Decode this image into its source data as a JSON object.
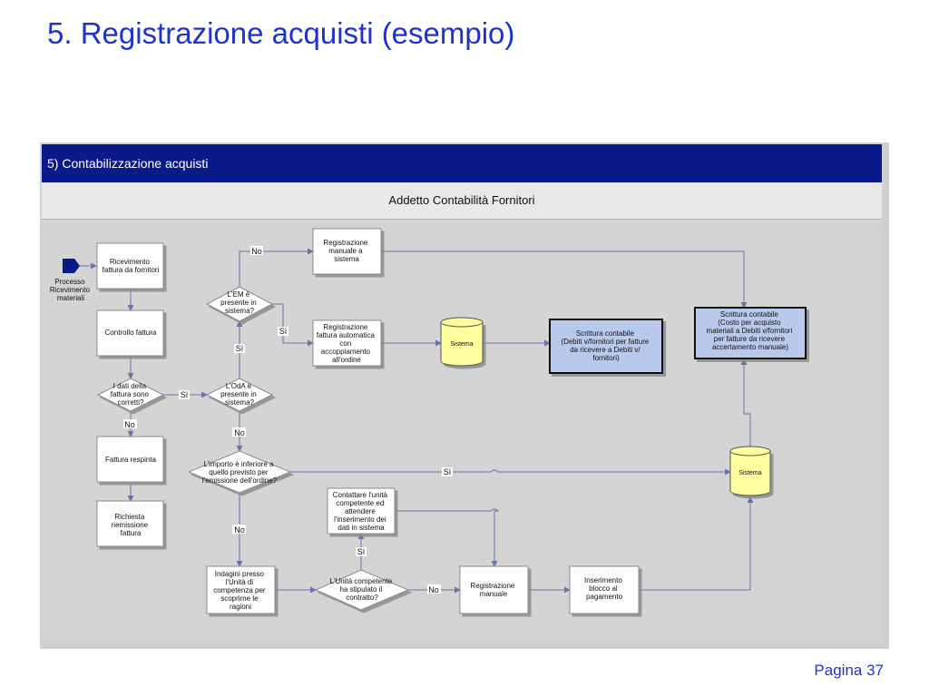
{
  "page": {
    "title": "5. Registrazione acquisti (esempio)",
    "page_number": "Pagina 37"
  },
  "diagram": {
    "header": "5) Contabilizzazione acquisti",
    "lane": "Addetto Contabilità Fornitori",
    "colors": {
      "header_bar": "#0a1a8a",
      "title": "#1f33c8",
      "database": "#ffffa0",
      "highlight_box": "#b8c9ec"
    },
    "start": {
      "lines": [
        "Processo",
        "Ricevimento",
        "materiali"
      ]
    },
    "boxes": [
      {
        "id": "ricevimento",
        "lines": [
          "Ricevimento",
          "fattura da fornitori"
        ]
      },
      {
        "id": "controllo",
        "lines": [
          "Controllo fattura"
        ]
      },
      {
        "id": "respinta",
        "lines": [
          "Fattura respinta"
        ]
      },
      {
        "id": "richiesta",
        "lines": [
          "Richiesta",
          "riemissione",
          "fattura"
        ]
      },
      {
        "id": "reg_manuale_sistema",
        "lines": [
          "Registrazione",
          "manuale a",
          "sistema"
        ]
      },
      {
        "id": "reg_automatica",
        "lines": [
          "Registrazione",
          "fattura automatica",
          "con",
          "accoppiamento",
          "all'ordine"
        ]
      },
      {
        "id": "contattare",
        "lines": [
          "Contattare l'unità",
          "competente ed",
          "attendere",
          "l'inserimento dei",
          "dati in sistema"
        ]
      },
      {
        "id": "indagini",
        "lines": [
          "Indagini presso",
          "l'Unità di",
          "competenza per",
          "scoprirne le",
          "ragioni"
        ]
      },
      {
        "id": "reg_manuale",
        "lines": [
          "Registrazione",
          "manuale"
        ]
      },
      {
        "id": "blocco",
        "lines": [
          "Inserimento",
          "blocco al",
          "pagamento"
        ]
      },
      {
        "id": "scrittura1",
        "lines": [
          "Scrittura contabile",
          "(Debiti v/fornitori per fatture",
          "da ricevere a Debiti v/",
          "fornitori)"
        ]
      },
      {
        "id": "scrittura2",
        "lines": [
          "Scrittura contabile",
          "(Costo per acquisto",
          "materiali a Debiti v/fornitori",
          "per fatture da ricevere",
          "accertamento manuale)"
        ]
      }
    ],
    "decisions": [
      {
        "id": "em",
        "lines": [
          "L'EM è",
          "presente in",
          "sistema?"
        ]
      },
      {
        "id": "dati",
        "lines": [
          "I dati della",
          "fattura sono",
          "corretti?"
        ]
      },
      {
        "id": "oda",
        "lines": [
          "L'OdA è",
          "presente in",
          "sistema?"
        ]
      },
      {
        "id": "importo",
        "lines": [
          "L'importo è inferiore a",
          "quello previsto per",
          "l'emissione dell'ordine?"
        ]
      },
      {
        "id": "unita",
        "lines": [
          "L'Unità competente",
          "ha stipulato il",
          "contratto?"
        ]
      }
    ],
    "databases": [
      {
        "id": "sistema1",
        "label": "Sistema"
      },
      {
        "id": "sistema2",
        "label": "Sistema"
      }
    ],
    "edge_labels": {
      "em_no": "No",
      "em_si": "Sì",
      "dati_si": "Sì",
      "dati_no": "No",
      "oda_si": "Sì",
      "oda_no": "No",
      "importo_si": "Sì",
      "importo_no": "No",
      "unita_si": "Sì",
      "unita_no": "No"
    }
  }
}
